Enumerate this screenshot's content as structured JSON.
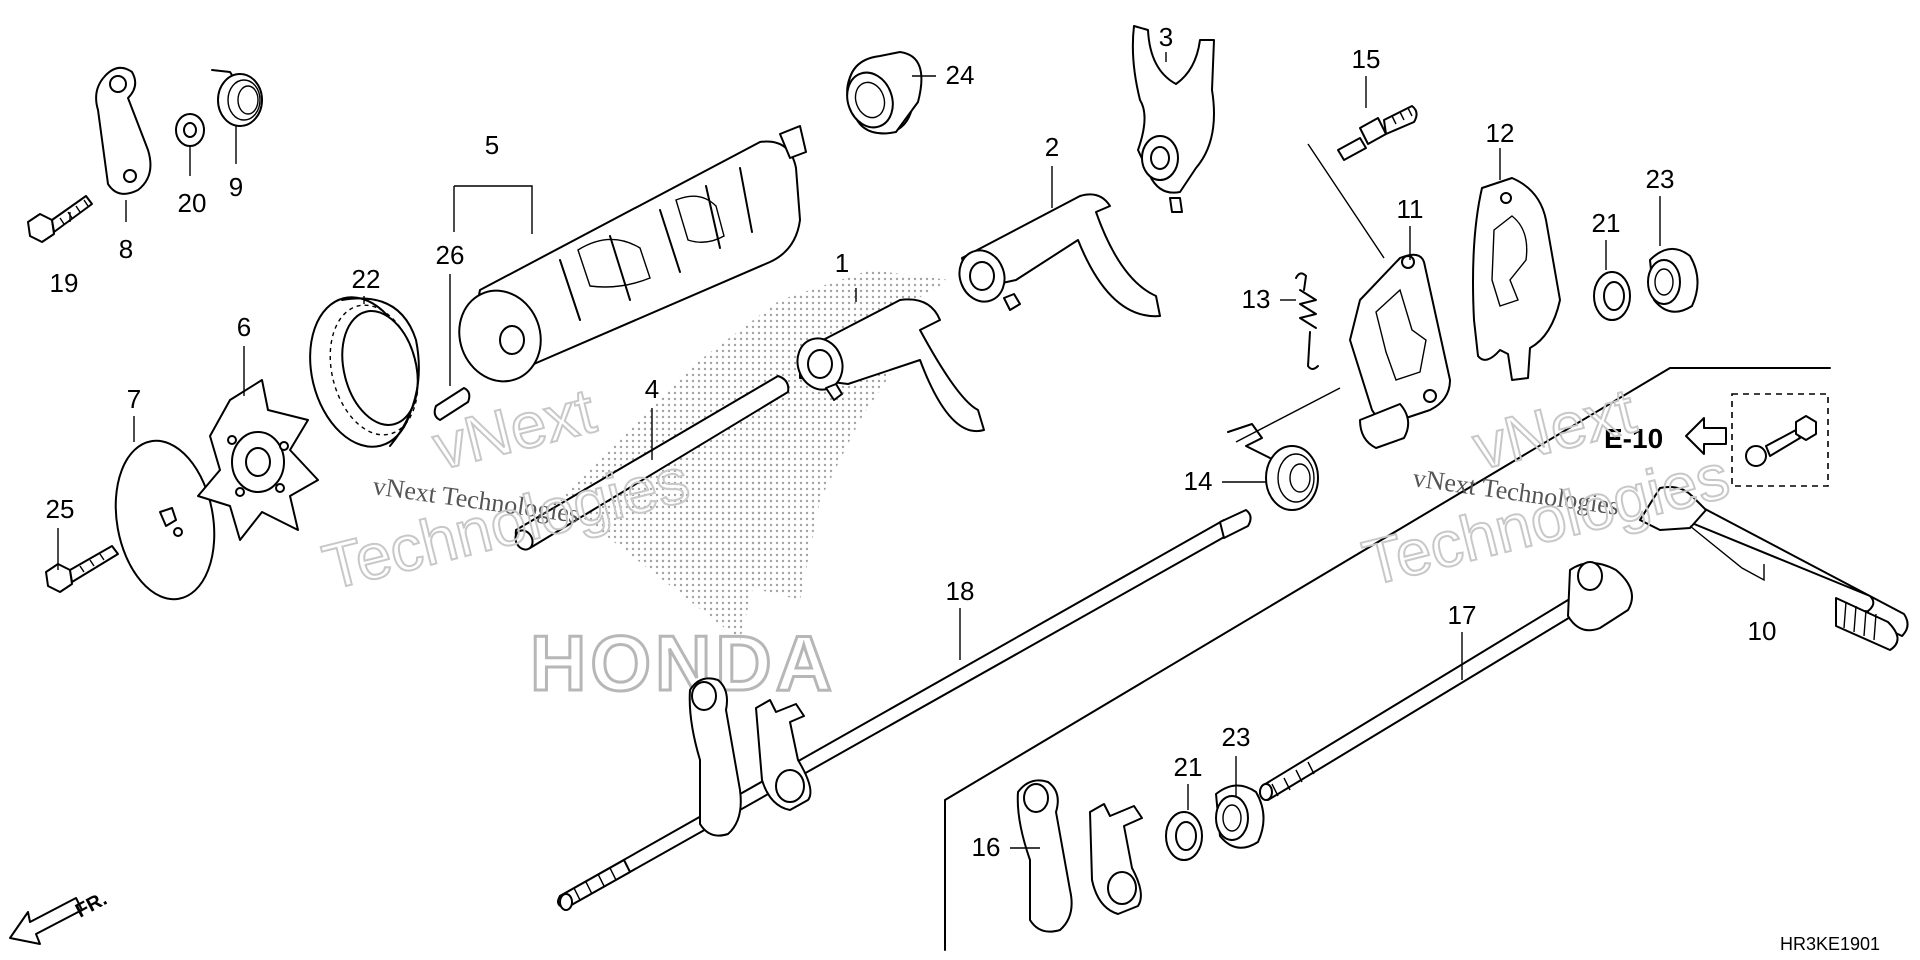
{
  "diagram": {
    "callouts": [
      "1",
      "2",
      "3",
      "4",
      "5",
      "6",
      "7",
      "8",
      "9",
      "10",
      "11",
      "12",
      "13",
      "14",
      "15",
      "16",
      "17",
      "18",
      "19",
      "20",
      "21",
      "22",
      "23",
      "24",
      "25",
      "26",
      "21",
      "23"
    ],
    "reference_label": "E-10",
    "diagram_code": "HR3KE1901",
    "direction_label": "FR.",
    "logo_text": "HONDA",
    "watermarks": [
      {
        "line1": "vNext",
        "caption": "vNext Technologies",
        "line2": "Technologies"
      },
      {
        "line1": "vNext",
        "caption": "vNext Technologies",
        "line2": "Technologies"
      }
    ]
  }
}
